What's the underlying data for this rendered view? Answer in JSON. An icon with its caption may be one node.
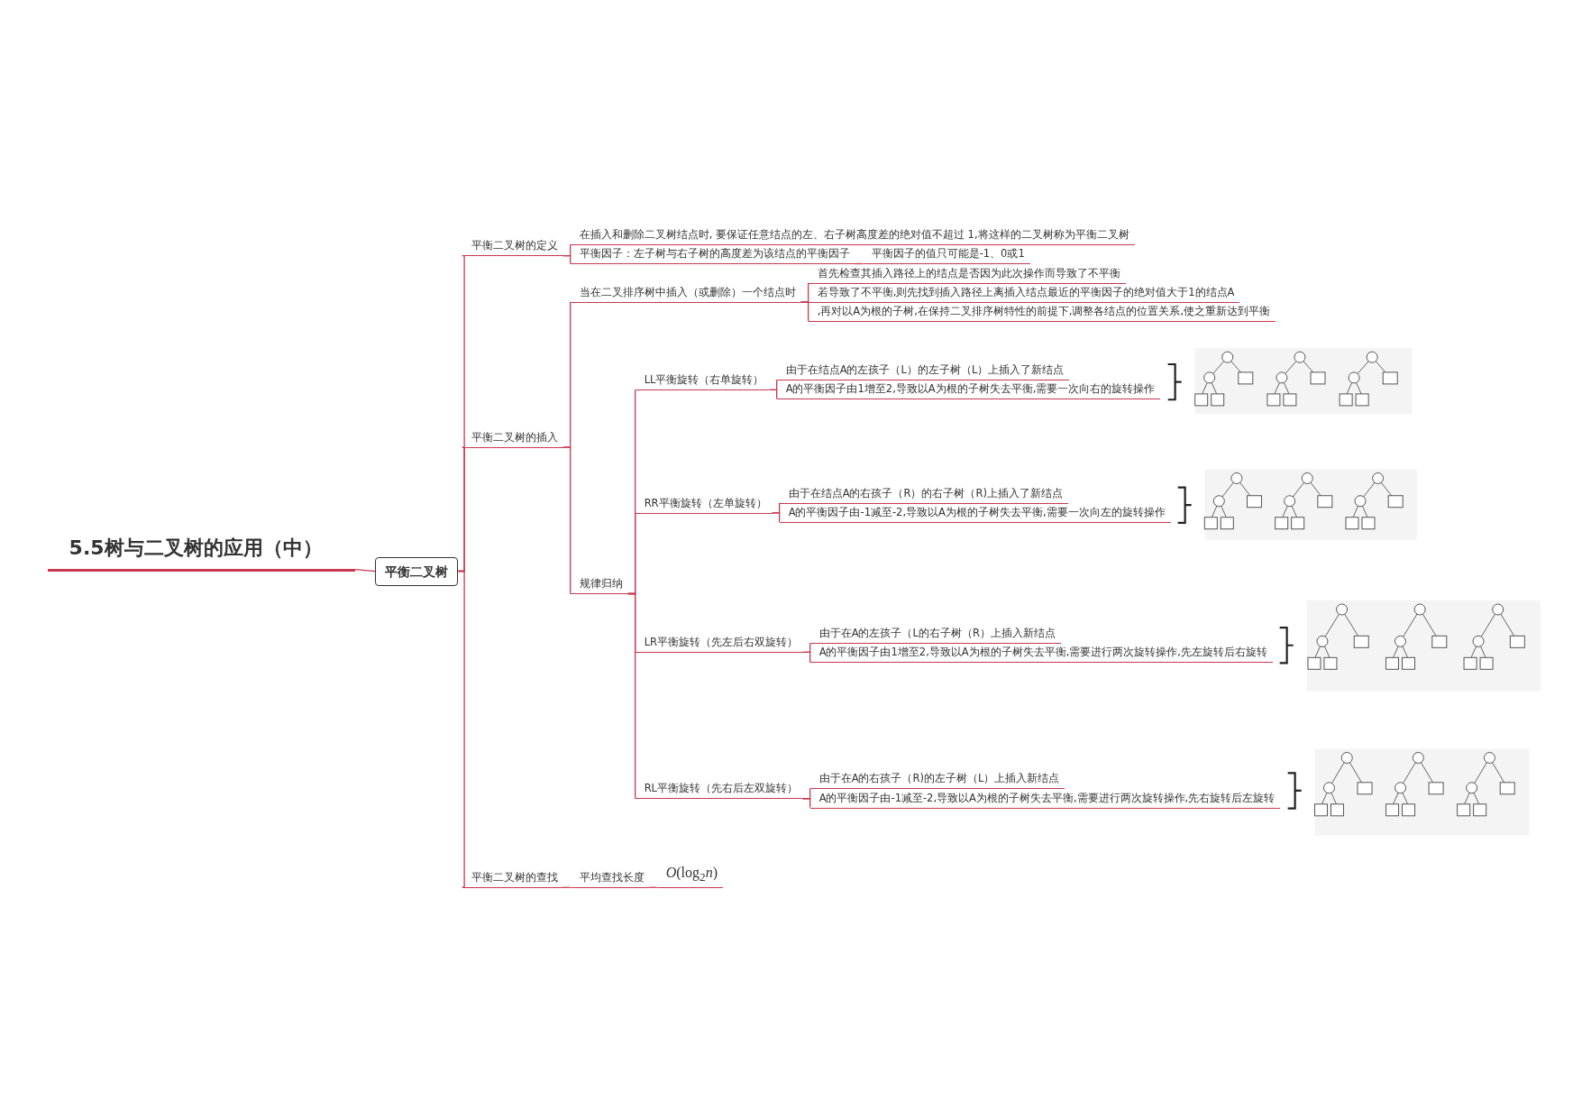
{
  "diagram": {
    "nodes": [
      {
        "text": [
          "5.5树与二叉树的应用（中）"
        ]
      },
      {
        "text": [
          "平衡二叉树"
        ]
      },
      {
        "text": [
          "平衡二叉树的定义"
        ]
      },
      {
        "text": [
          "在插入和删除二叉树结点时, 要保证任意结点的左、右子树高度差的绝对值不超过 1,将这样的二叉树称为平衡二叉树"
        ]
      },
      {
        "text": [
          "平衡因子：左子树与右子树的高度差为该结点的平衡因子"
        ]
      },
      {
        "text": [
          "平衡因子的值只可能是-1、0或1"
        ]
      },
      {
        "text": [
          "平衡二叉树的插入"
        ]
      },
      {
        "text": [
          "当在二叉排序树中插入（或删除）一个结点时"
        ]
      },
      {
        "text": [
          "首先检查其插入路径上的结点是否因为此次操作而导致了不平衡"
        ]
      },
      {
        "text": [
          "若导致了不平衡,则先找到插入路径上离插入结点最近的平衡因子的绝对值大于1的结点A"
        ]
      },
      {
        "text": [
          ",再对以A为根的子树,在保持二叉排序树特性的前提下,调整各结点的位置关系,使之重新达到平衡"
        ]
      },
      {
        "text": [
          "规律归纳"
        ]
      },
      {
        "text": [
          "LL平衡旋转（右单旋转）"
        ]
      },
      {
        "text": [
          "由于在结点A的左孩子（L）的左子树（L）上插入了新结点"
        ]
      },
      {
        "text": [
          "A的平衡因子由1增至2,导致以A为根的子树失去平衡,需要一次向右的旋转操作"
        ]
      },
      {
        "text": [
          "RR平衡旋转（左单旋转）"
        ]
      },
      {
        "text": [
          "由于在结点A的右孩子（R）的右子树（R)上插入了新结点"
        ]
      },
      {
        "text": [
          "A的平衡因子由-1减至-2,导致以A为根的子树失去平衡,需要一次向左的旋转操作"
        ]
      },
      {
        "text": [
          "LR平衡旋转（先左后右双旋转）"
        ]
      },
      {
        "text": [
          "由于在A的左孩子（L的右子树（R）上插入新结点"
        ]
      },
      {
        "text": [
          "A的平衡因子由1增至2,导致以A为根的子树失去平衡,需要进行两次旋转操作,先左旋转后右旋转"
        ]
      },
      {
        "text": [
          "RL平衡旋转（先右后左双旋转）"
        ]
      },
      {
        "text": [
          "由于在A的右孩子（R)的左子树（L）上插入新结点"
        ]
      },
      {
        "text": [
          "A的平衡因子由-1减至-2,导致以A为根的子树失去平衡,需要进行两次旋转操作,先右旋转后左旋转"
        ]
      },
      {
        "text": [
          "平衡二叉树的查找"
        ]
      },
      {
        "text": [
          "平均查找长度"
        ]
      },
      {
        "text": [
          "*O*(log$_{2}$*n*)"
        ]
      }
    ],
    "edges": [
      {
        "from": 0,
        "to": 1,
        "arrow": "none"
      },
      {
        "from": 1,
        "to": 2,
        "arrow": "none"
      },
      {
        "from": 2,
        "to": 3,
        "arrow": "none"
      },
      {
        "from": 2,
        "to": 4,
        "arrow": "none"
      },
      {
        "from": 4,
        "to": 5,
        "arrow": "none"
      },
      {
        "from": 1,
        "to": 6,
        "arrow": "none"
      },
      {
        "from": 6,
        "to": 7,
        "arrow": "none"
      },
      {
        "from": 7,
        "to": 8,
        "arrow": "none"
      },
      {
        "from": 7,
        "to": 9,
        "arrow": "none"
      },
      {
        "from": 7,
        "to": 10,
        "arrow": "none"
      },
      {
        "from": 6,
        "to": 11,
        "arrow": "none"
      },
      {
        "from": 11,
        "to": 12,
        "arrow": "none"
      },
      {
        "from": 12,
        "to": 13,
        "arrow": "none"
      },
      {
        "from": 12,
        "to": 14,
        "arrow": "none"
      },
      {
        "from": 11,
        "to": 15,
        "arrow": "none"
      },
      {
        "from": 15,
        "to": 16,
        "arrow": "none"
      },
      {
        "from": 15,
        "to": 17,
        "arrow": "none"
      },
      {
        "from": 11,
        "to": 18,
        "arrow": "none"
      },
      {
        "from": 18,
        "to": 19,
        "arrow": "none"
      },
      {
        "from": 18,
        "to": 20,
        "arrow": "none"
      },
      {
        "from": 11,
        "to": 21,
        "arrow": "none"
      },
      {
        "from": 21,
        "to": 22,
        "arrow": "none"
      },
      {
        "from": 21,
        "to": 23,
        "arrow": "none"
      },
      {
        "from": 1,
        "to": 24,
        "arrow": "none"
      },
      {
        "from": 24,
        "to": 25,
        "arrow": "none"
      },
      {
        "from": 25,
        "to": 26,
        "arrow": "none"
      }
    ]
  }
}
